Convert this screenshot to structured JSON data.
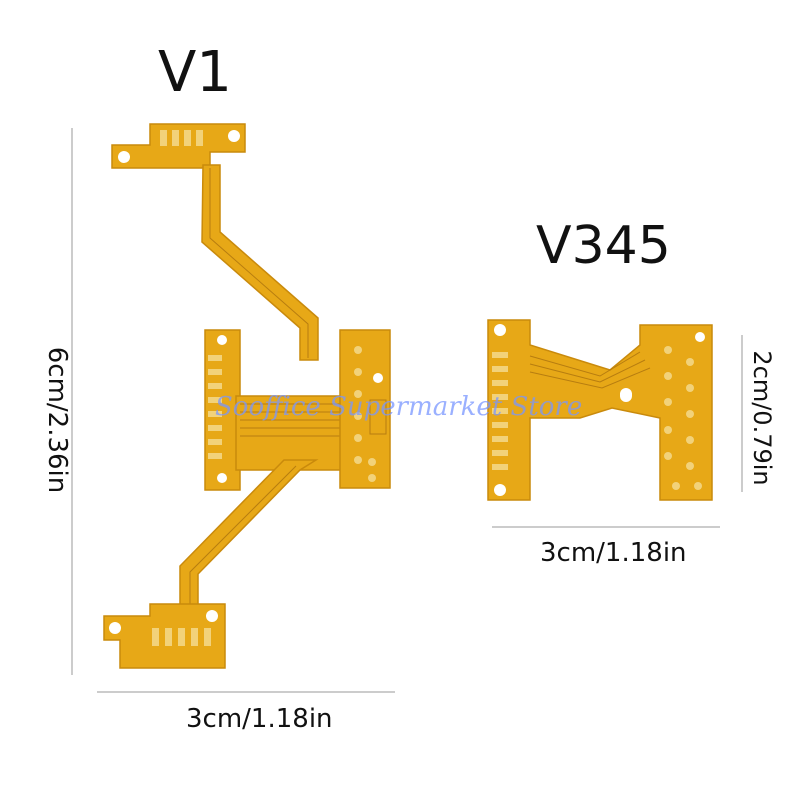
{
  "titles": {
    "v1": "V1",
    "v345": "V345"
  },
  "dimensions": {
    "v1_height": "6cm/2.36in",
    "v1_width": "3cm/1.18in",
    "v345_height": "2cm/0.79in",
    "v345_width": "3cm/1.18in"
  },
  "watermark": "Sooffice Supermarket Store",
  "colors": {
    "pcb": "#e7a817",
    "pcb_dark": "#c98a0c",
    "pad": "#f2d27a",
    "trace": "#b77d10",
    "line": "#999999"
  }
}
